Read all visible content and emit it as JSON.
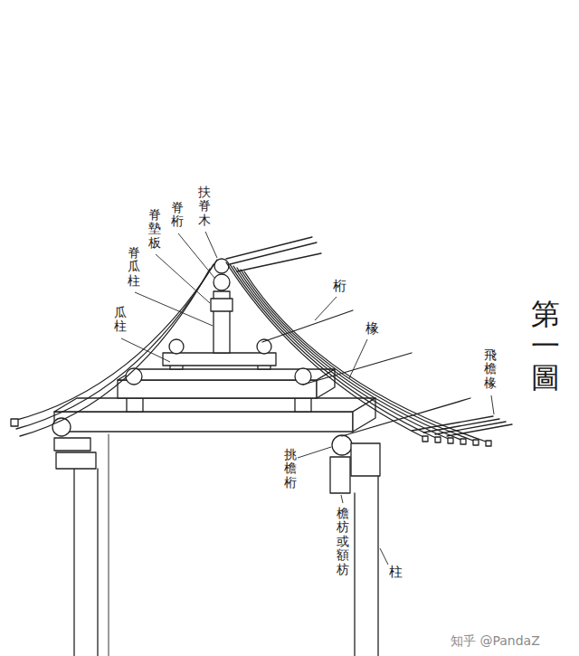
{
  "diagram": {
    "title": "第一圖",
    "labels": [
      "扶脊木",
      "脊桁",
      "脊墊板",
      "脊瓜柱",
      "瓜柱",
      "桁",
      "椽",
      "飛檐椽",
      "挑檐桁",
      "檐枋或額枋",
      "柱",
      "知乎 @PandaZ"
    ]
  }
}
